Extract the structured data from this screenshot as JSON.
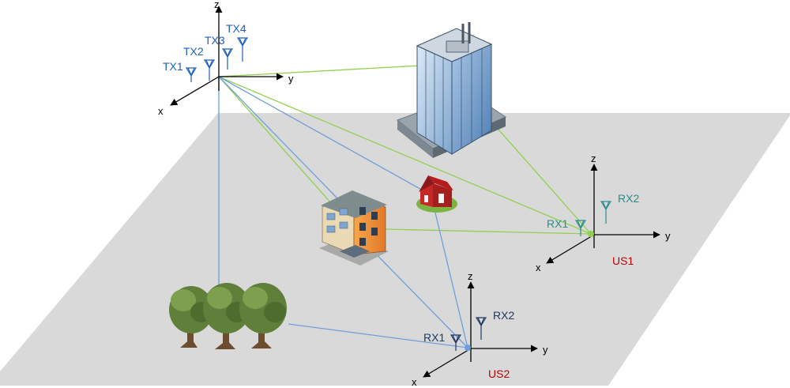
{
  "colors": {
    "ground": "#d9d9d9",
    "ray_blue": "#6f9fd8",
    "ray_green": "#92d050",
    "tx_label": "#1f5fbf",
    "rx1_us1": "#2e8b8b",
    "rx_us2": "#1f3864",
    "us_label": "#c00000",
    "axis": "#000000"
  },
  "transmitter": {
    "axes": {
      "x": "x",
      "y": "y",
      "z": "z"
    },
    "antennas": [
      "TX1",
      "TX2",
      "TX3",
      "TX4"
    ]
  },
  "user1": {
    "name": "US1",
    "axes": {
      "x": "x",
      "y": "y",
      "z": "z"
    },
    "antennas": [
      "RX1",
      "RX2"
    ]
  },
  "user2": {
    "name": "US2",
    "axes": {
      "x": "x",
      "y": "y",
      "z": "z"
    },
    "antennas": [
      "RX1",
      "RX2"
    ]
  },
  "scatterers": [
    "office-tower",
    "apartment-building",
    "barn",
    "tree-cluster"
  ]
}
